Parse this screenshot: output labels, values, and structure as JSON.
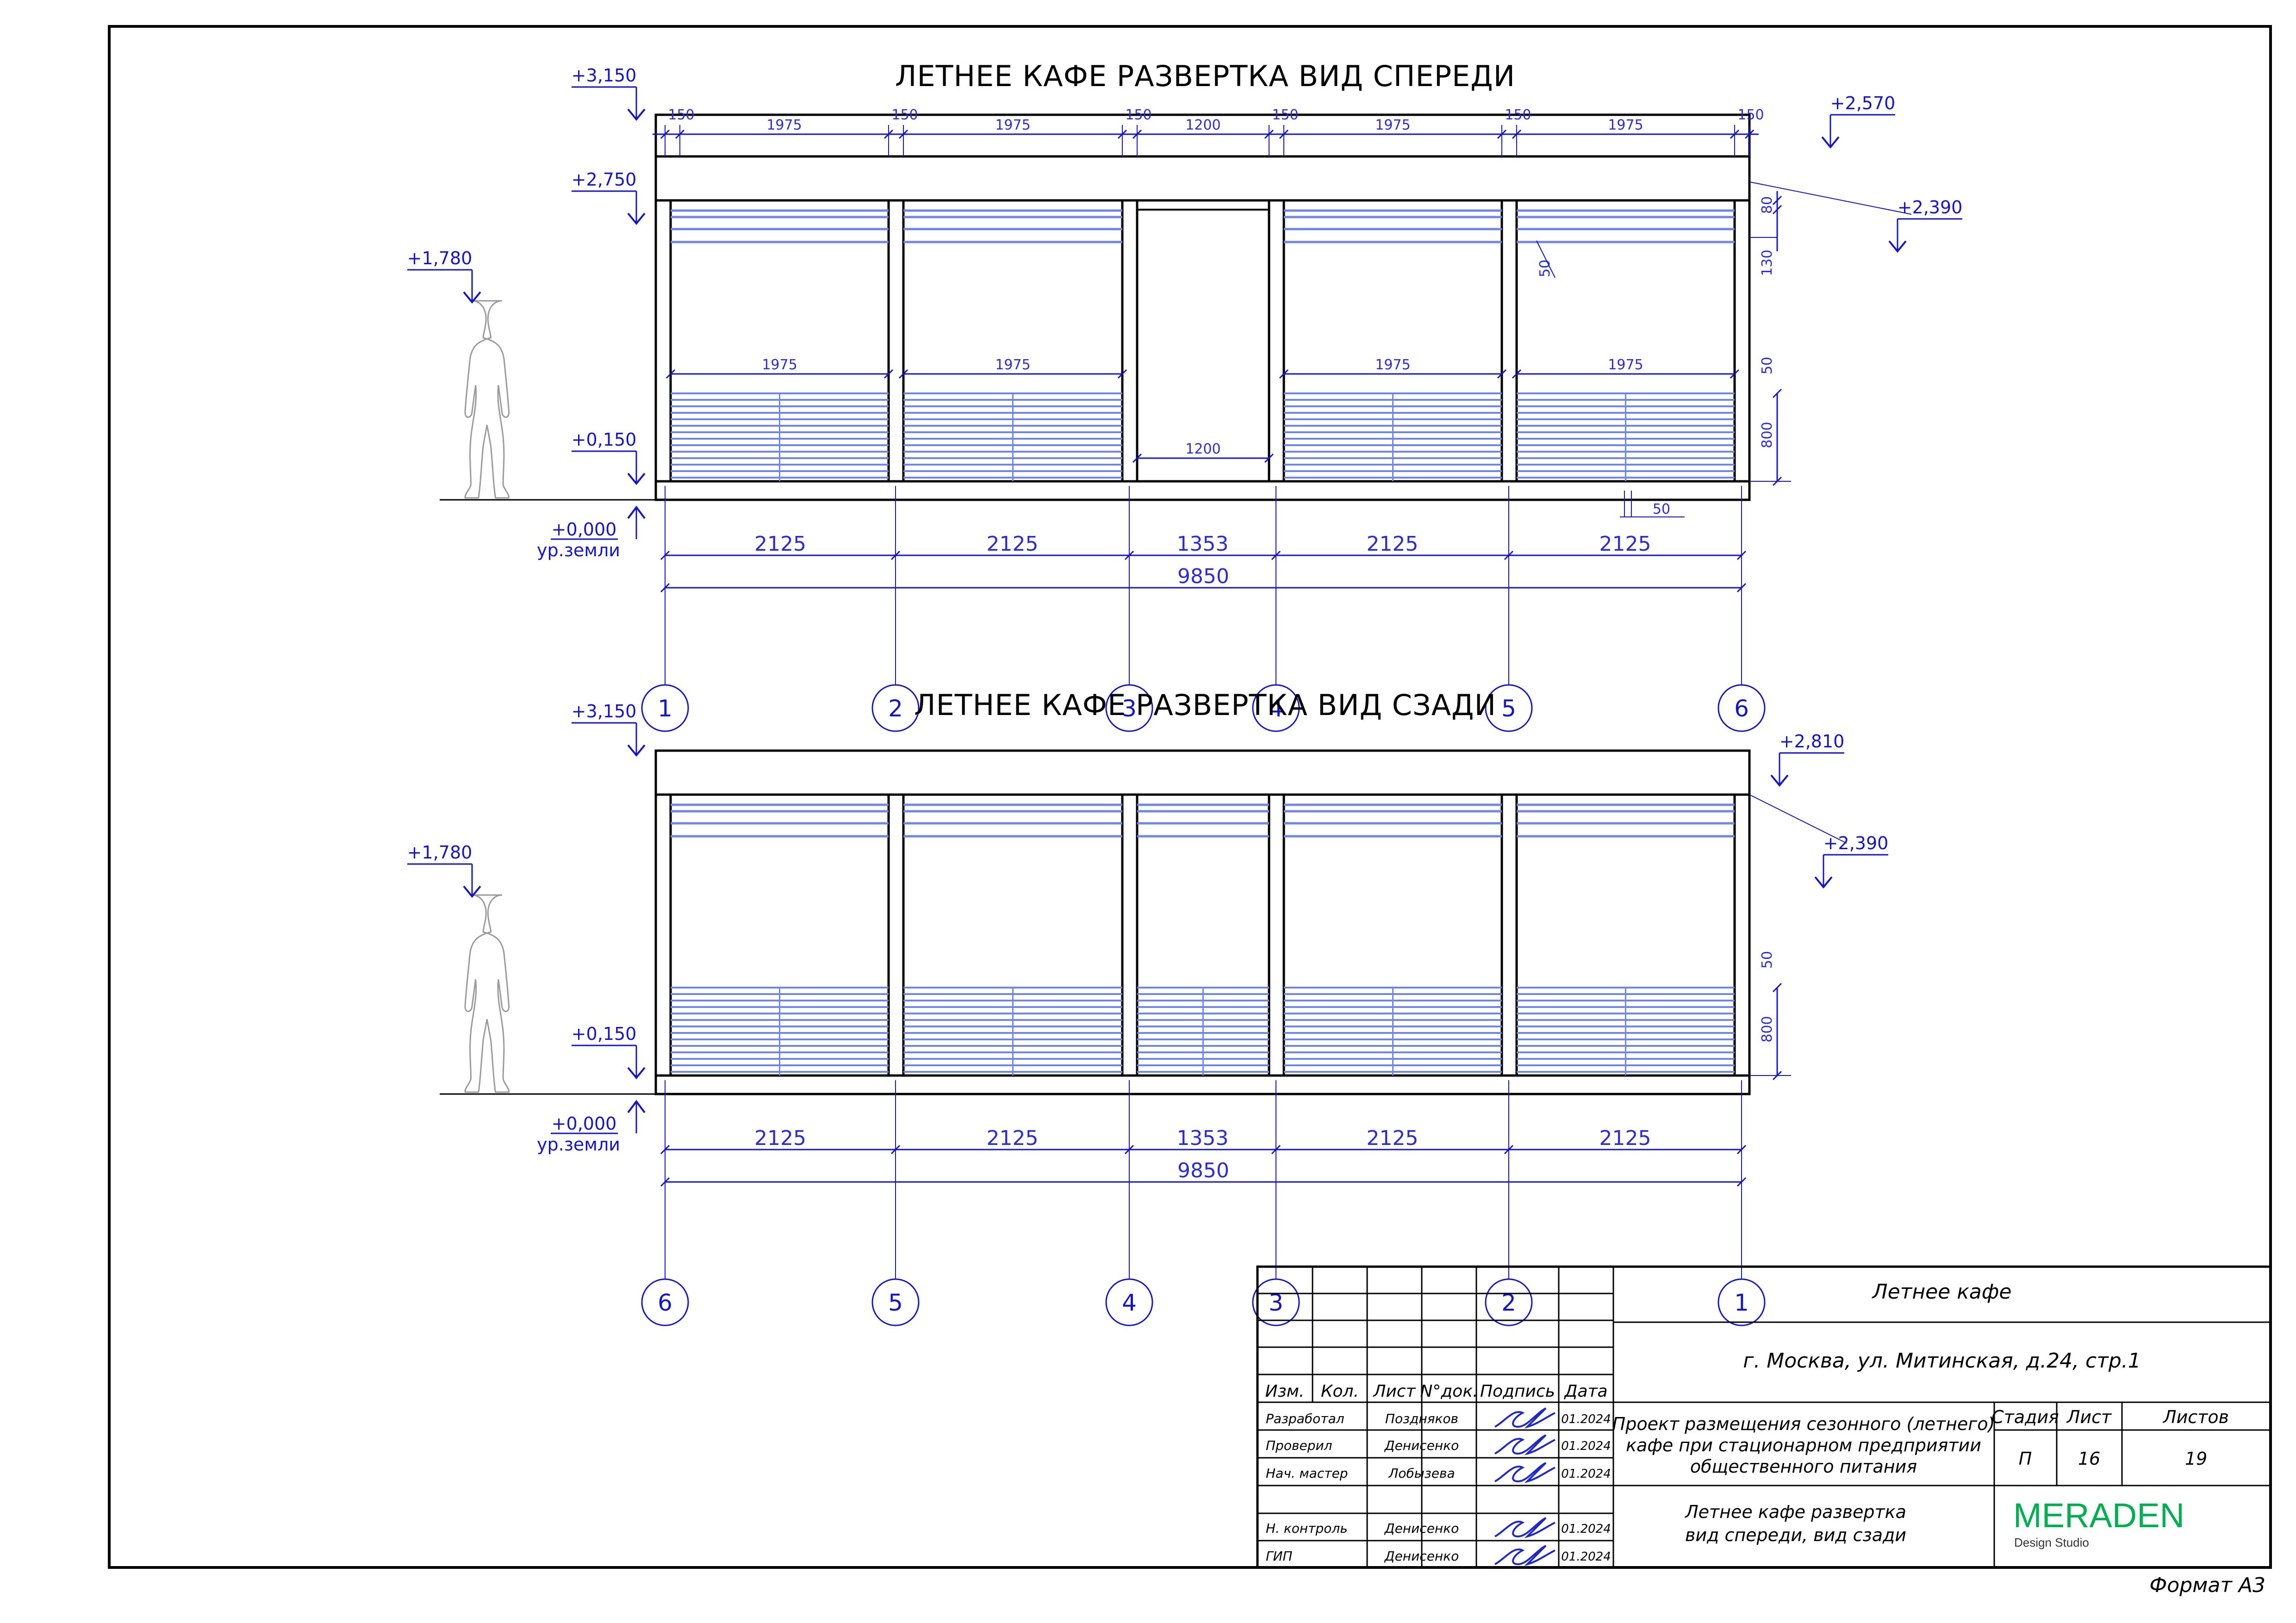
{
  "front": {
    "title": "ЛЕТНЕЕ КАФЕ РАЗВЕРТКА ВИД СПЕРЕДИ",
    "levels": {
      "top": "+3,150",
      "beam": "+2,750",
      "person": "+1,780",
      "floor": "+0,150",
      "ground": "+0,000",
      "ground_note": "ур.земли",
      "r1": "+2,570",
      "r2": "+2,390"
    },
    "top_dims": [
      "150",
      "1975",
      "150",
      "1975",
      "150",
      "1200",
      "150",
      "1975",
      "150",
      "1975",
      "150"
    ],
    "rail_dims": [
      "1975",
      "1975",
      "1975",
      "1975"
    ],
    "door_dim": "1200",
    "side_dims": [
      "80",
      "130",
      "50",
      "50",
      "800"
    ],
    "mid_dims": [
      "50",
      "50"
    ],
    "bay_dims": [
      "2125",
      "2125",
      "1353",
      "2125",
      "2125"
    ],
    "total": "9850",
    "axes": [
      "1",
      "2",
      "3",
      "4",
      "5",
      "6"
    ]
  },
  "back": {
    "title": "ЛЕТНЕЕ КАФЕ РАЗВЕРТКА ВИД СЗАДИ",
    "levels": {
      "top": "+3,150",
      "person": "+1,780",
      "floor": "+0,150",
      "ground": "+0,000",
      "ground_note": "ур.земли",
      "r1": "+2,810",
      "r2": "+2,390"
    },
    "side_dims": [
      "50",
      "800"
    ],
    "bay_dims": [
      "2125",
      "2125",
      "1353",
      "2125",
      "2125"
    ],
    "total": "9850",
    "axes": [
      "6",
      "5",
      "4",
      "3",
      "2",
      "1"
    ]
  },
  "titleblock": {
    "project": "Летнее кафе",
    "address": "г. Москва, ул. Митинская, д.24, стр.1",
    "headers": [
      "Изм.",
      "Кол.",
      "Лист",
      "N°док.",
      "Подпись",
      "Дата"
    ],
    "rows": [
      {
        "role": "Разработал",
        "name": "Поздняков",
        "date": "01.2024"
      },
      {
        "role": "Проверил",
        "name": "Денисенко",
        "date": "01.2024"
      },
      {
        "role": "Нач. мастер",
        "name": "Лобызева",
        "date": "01.2024"
      },
      {
        "role": "Н. контроль",
        "name": "Денисенко",
        "date": "01.2024"
      },
      {
        "role": "ГИП",
        "name": "Денисенко",
        "date": "01.2024"
      }
    ],
    "description": [
      "Проект размещения сезонного (летнего)",
      "кафе при стационарном предприятии",
      "общественного питания"
    ],
    "stage_headers": [
      "Стадия",
      "Лист",
      "Листов"
    ],
    "stage_values": [
      "П",
      "16",
      "19"
    ],
    "sheet_title": [
      "Летнее кафе развертка",
      "вид спереди, вид сзади"
    ],
    "brand": "MERADEN",
    "brand_sub": "Design Studio",
    "format": "Формат А3"
  }
}
